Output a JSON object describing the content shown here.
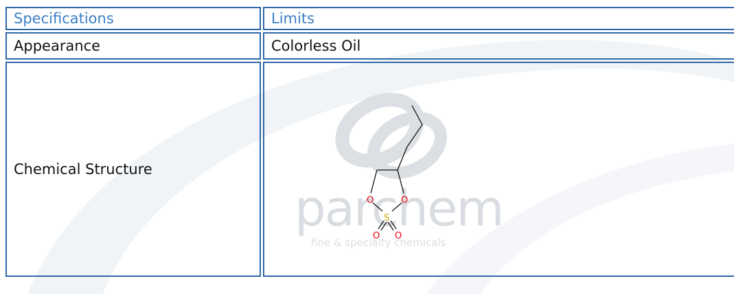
{
  "table": {
    "header": {
      "col1": "Specifications",
      "col2": "Limits"
    },
    "rows": [
      {
        "spec": "Appearance",
        "limit": "Colorless Oil"
      },
      {
        "spec": "Chemical Structure",
        "limit": ""
      }
    ]
  },
  "watermark": {
    "word": "parchem",
    "tagline": "fine & specialty chemicals"
  },
  "molecule": {
    "atoms": {
      "oxygen_left": "O",
      "oxygen_right": "O",
      "sulfur": "S",
      "oxygen_bottom_left": "O",
      "oxygen_bottom_right": "O"
    }
  },
  "colors": {
    "border": "#2f67a8",
    "header_text": "#3b7fc4",
    "oxygen": "#e8000b",
    "sulfur": "#c8a800",
    "watermark": "#d9dde1"
  }
}
